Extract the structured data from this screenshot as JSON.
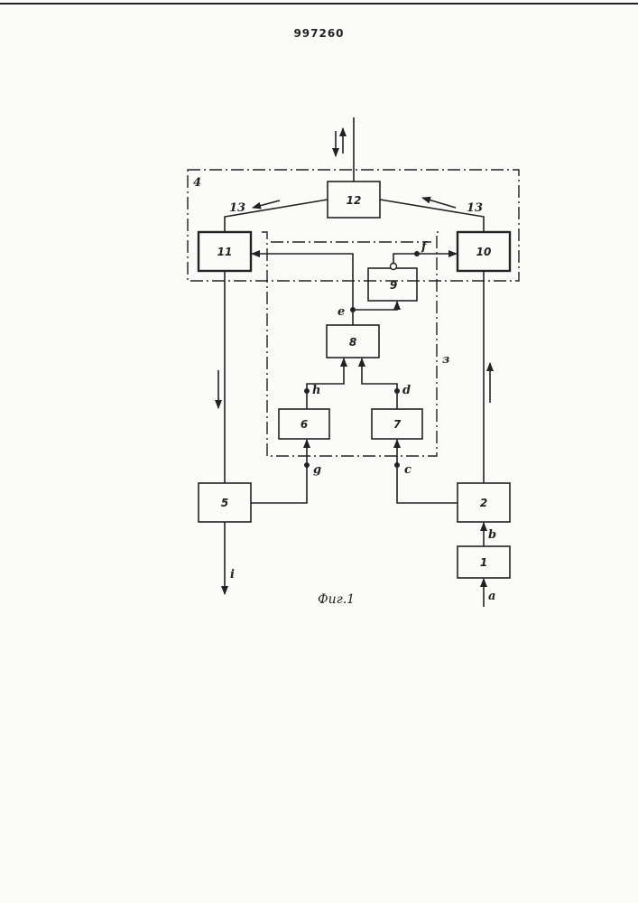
{
  "document": {
    "page_number": "997260",
    "caption": "Фиг.1"
  },
  "blocks": {
    "b1": "1",
    "b2": "2",
    "b5": "5",
    "b6": "6",
    "b7": "7",
    "b8": "8",
    "b9": "9",
    "b10": "10",
    "b11": "11",
    "b12": "12"
  },
  "group_labels": {
    "frame_outer": "4",
    "frame_inner": "з",
    "link_left": "13",
    "link_right": "13"
  },
  "signals": {
    "a": "a",
    "b": "b",
    "c": "c",
    "d": "d",
    "e": "e",
    "f": "f",
    "g": "g",
    "h": "h",
    "i": "i"
  }
}
